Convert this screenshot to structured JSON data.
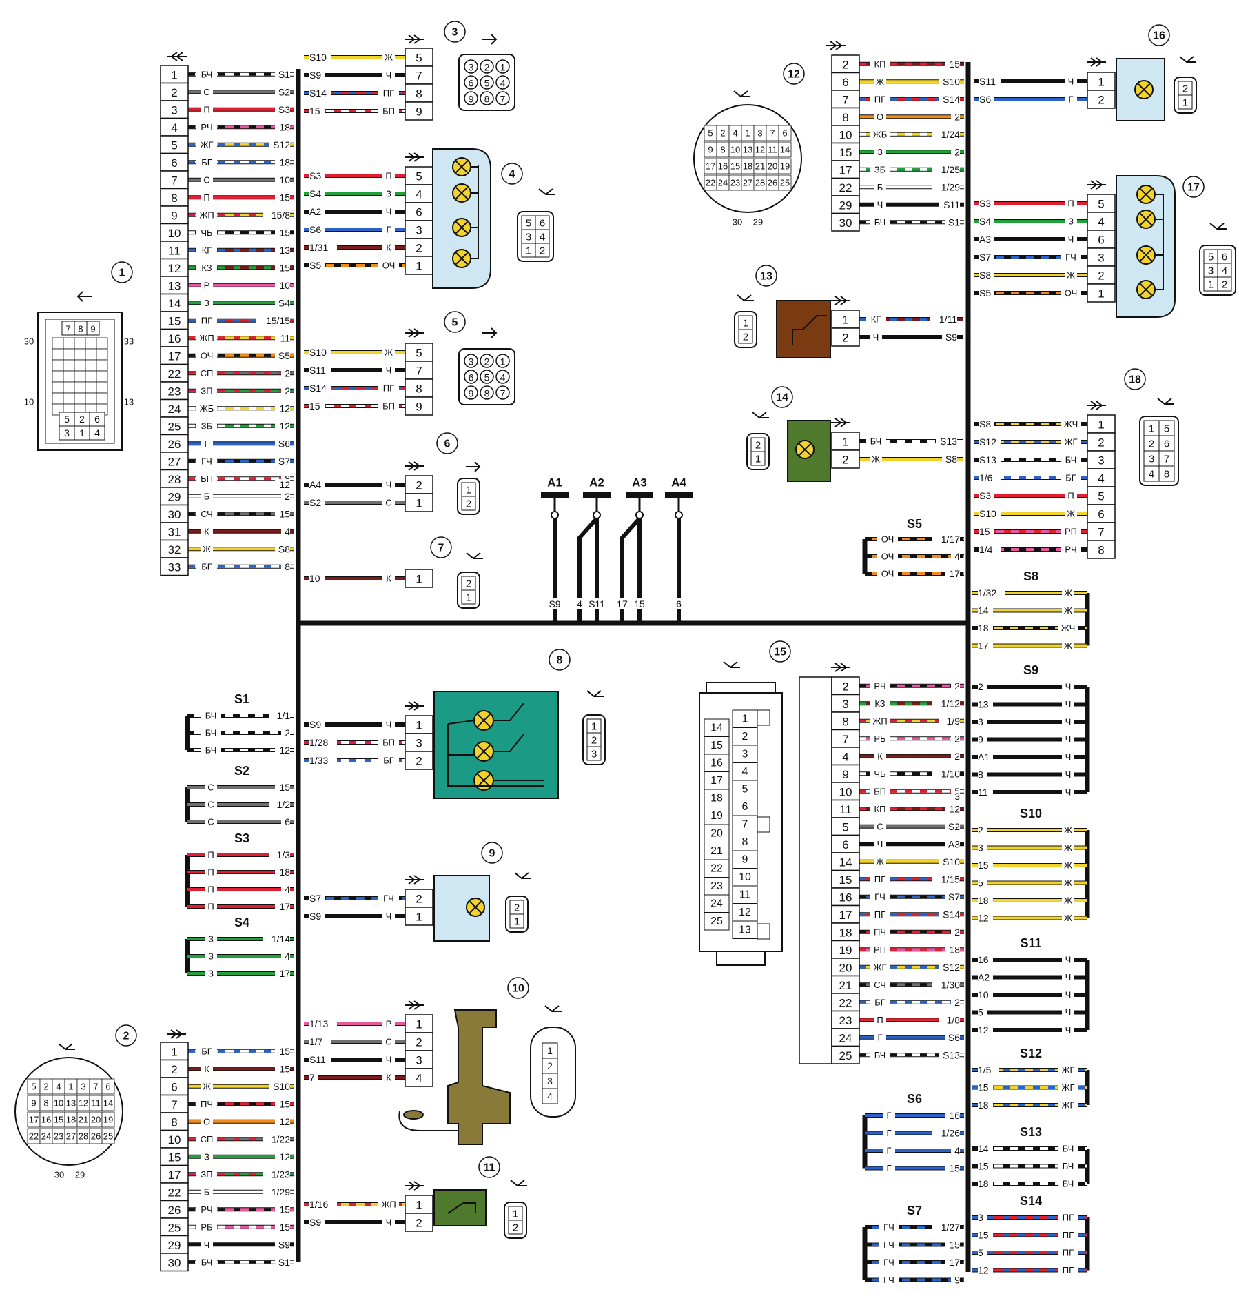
{
  "colors": {
    "Б": "#ffffff",
    "Ч": "#111111",
    "С": "#707070",
    "К": "#7a1c1c",
    "П": "#e02030",
    "Р": "#e8589c",
    "О": "#f28a1c",
    "Ж": "#f2d32c",
    "З": "#1fa23a",
    "Г": "#2a62c8",
    "Ф": "#8a3bb0"
  },
  "fill_colors": {
    "light_blue": "#cfe6f3",
    "brown": "#7a3b12",
    "olive": "#4f7a2e",
    "teal": "#1b9a86",
    "khaki": "#8a7a3a",
    "green": "#4f7a2e"
  },
  "connectors": [
    {
      "id": "1",
      "label": "1"
    },
    {
      "id": "2",
      "label": "2"
    },
    {
      "id": "3",
      "label": "3"
    },
    {
      "id": "4",
      "label": "4"
    },
    {
      "id": "5",
      "label": "5"
    },
    {
      "id": "6",
      "label": "6"
    },
    {
      "id": "7",
      "label": "7"
    },
    {
      "id": "8",
      "label": "8"
    },
    {
      "id": "9",
      "label": "9"
    },
    {
      "id": "10",
      "label": "10"
    },
    {
      "id": "11",
      "label": "11"
    },
    {
      "id": "12",
      "label": "12"
    },
    {
      "id": "13",
      "label": "13"
    },
    {
      "id": "14",
      "label": "14"
    },
    {
      "id": "15",
      "label": "15"
    },
    {
      "id": "16",
      "label": "16"
    },
    {
      "id": "17",
      "label": "17"
    },
    {
      "id": "18",
      "label": "18"
    }
  ],
  "conn1_rows": [
    {
      "pin": "1",
      "color": "БЧ",
      "end": "S1"
    },
    {
      "pin": "2",
      "color": "С",
      "end": "S2"
    },
    {
      "pin": "3",
      "color": "П",
      "end": "S3"
    },
    {
      "pin": "4",
      "color": "РЧ",
      "end": "18"
    },
    {
      "pin": "5",
      "color": "ЖГ",
      "end": "S12"
    },
    {
      "pin": "6",
      "color": "БГ",
      "end": "18"
    },
    {
      "pin": "7",
      "color": "С",
      "end": "10"
    },
    {
      "pin": "8",
      "color": "П",
      "end": "15"
    },
    {
      "pin": "9",
      "color": "ЖП",
      "end": "15/8"
    },
    {
      "pin": "10",
      "color": "ЧБ",
      "end": "15"
    },
    {
      "pin": "11",
      "color": "КГ",
      "end": "13"
    },
    {
      "pin": "12",
      "color": "КЗ",
      "end": "15"
    },
    {
      "pin": "13",
      "color": "Р",
      "end": "10"
    },
    {
      "pin": "14",
      "color": "З",
      "end": "S4"
    },
    {
      "pin": "15",
      "color": "ПГ",
      "end": "15/15"
    },
    {
      "pin": "16",
      "color": "ЖП",
      "end": "11"
    },
    {
      "pin": "17",
      "color": "ОЧ",
      "end": "S5"
    },
    {
      "pin": "22",
      "color": "СП",
      "end": "2"
    },
    {
      "pin": "23",
      "color": "ЗП",
      "end": "2"
    },
    {
      "pin": "24",
      "color": "ЖБ",
      "end": "12"
    },
    {
      "pin": "25",
      "color": "ЗБ",
      "end": "12"
    },
    {
      "pin": "26",
      "color": "Г",
      "end": "S6"
    },
    {
      "pin": "27",
      "color": "ГЧ",
      "end": "S7"
    },
    {
      "pin": "28",
      "color": "БП",
      "end": "8"
    },
    {
      "pin": "29",
      "color": "Б",
      "end": "2"
    },
    {
      "pin": "29b",
      "color": "",
      "end": "12"
    },
    {
      "pin": "30",
      "color": "СЧ",
      "end": "15"
    },
    {
      "pin": "31",
      "color": "К",
      "end": "4"
    },
    {
      "pin": "32",
      "color": "Ж",
      "end": "S8"
    },
    {
      "pin": "33",
      "color": "БГ",
      "end": "8"
    }
  ],
  "conn1_pins": [
    "1",
    "2",
    "3",
    "4",
    "5",
    "6",
    "7",
    "8",
    "9",
    "10",
    "11",
    "12",
    "13",
    "14",
    "15",
    "16",
    "17",
    "22",
    "23",
    "24",
    "25",
    "26",
    "27",
    "28",
    "29",
    "30",
    "31",
    "32",
    "33"
  ],
  "conn1_body": {
    "top": [
      "7",
      "8",
      "9"
    ],
    "left": "30",
    "right": "33",
    "left2": "10",
    "right2": "13",
    "bottom": [
      "5",
      "2",
      "6",
      "3",
      "1",
      "4"
    ]
  },
  "conn2_rows": [
    {
      "pin": "1",
      "color": "БГ",
      "end": "15"
    },
    {
      "pin": "2",
      "color": "К",
      "end": "15"
    },
    {
      "pin": "6",
      "color": "Ж",
      "end": "S10"
    },
    {
      "pin": "7",
      "color": "ПЧ",
      "end": "15"
    },
    {
      "pin": "8",
      "color": "О",
      "end": "12"
    },
    {
      "pin": "10",
      "color": "СП",
      "end": "1/22"
    },
    {
      "pin": "15",
      "color": "З",
      "end": "12"
    },
    {
      "pin": "17",
      "color": "ЗП",
      "end": "1/23"
    },
    {
      "pin": "22",
      "color": "Б",
      "end": "1/29"
    },
    {
      "pin": "26",
      "color": "РЧ",
      "end": "15"
    },
    {
      "pin": "25",
      "color": "РБ",
      "end": "15"
    },
    {
      "pin": "29",
      "color": "Ч",
      "end": "S9"
    },
    {
      "pin": "30",
      "color": "БЧ",
      "end": "S1"
    }
  ],
  "round_conn": {
    "nums": [
      "5",
      "2",
      "4",
      "1",
      "3",
      "7",
      "6",
      "9",
      "8",
      "10",
      "13",
      "12",
      "11",
      "14",
      "17",
      "16",
      "15",
      "18",
      "21",
      "20",
      "19",
      "22",
      "24",
      "23",
      "27",
      "28",
      "26",
      "25"
    ],
    "bottom": [
      "30",
      "29"
    ]
  },
  "conn3": {
    "rows": [
      {
        "pin": "5",
        "color": "Ж",
        "start": "S10"
      },
      {
        "pin": "7",
        "color": "Ч",
        "start": "S9"
      },
      {
        "pin": "8",
        "color": "ПГ",
        "start": "S14"
      },
      {
        "pin": "9",
        "color": "БП",
        "start": "15"
      }
    ],
    "face": [
      "3",
      "2",
      "1",
      "6",
      "5",
      "4",
      "9",
      "8",
      "7"
    ]
  },
  "conn4": {
    "rows": [
      {
        "pin": "5",
        "color": "П",
        "start": "S3"
      },
      {
        "pin": "4",
        "color": "З",
        "start": "S4"
      },
      {
        "pin": "6",
        "color": "Ч",
        "start": "A2"
      },
      {
        "pin": "3",
        "color": "Г",
        "start": "S6"
      },
      {
        "pin": "2",
        "color": "К",
        "start": "1/31"
      },
      {
        "pin": "1",
        "color": "ОЧ",
        "start": "S5"
      }
    ],
    "face": [
      "5",
      "6",
      "3",
      "4",
      "1",
      "2"
    ]
  },
  "conn5": {
    "rows": [
      {
        "pin": "5",
        "color": "Ж",
        "start": "S10"
      },
      {
        "pin": "7",
        "color": "Ч",
        "start": "S11"
      },
      {
        "pin": "8",
        "color": "ПГ",
        "start": "S14"
      },
      {
        "pin": "9",
        "color": "БП",
        "start": "15"
      }
    ],
    "face": [
      "3",
      "2",
      "1",
      "6",
      "5",
      "4",
      "9",
      "8",
      "7"
    ]
  },
  "conn6": {
    "rows": [
      {
        "pin": "2",
        "color": "Ч",
        "start": "A4"
      },
      {
        "pin": "1",
        "color": "С",
        "start": "S2"
      }
    ],
    "face": [
      "1",
      "2"
    ]
  },
  "conn7": {
    "rows": [
      {
        "pin": "1",
        "color": "К",
        "start": "10"
      }
    ],
    "face": [
      "2",
      "1"
    ]
  },
  "conn8": {
    "rows": [
      {
        "pin": "1",
        "color": "Ч",
        "start": "S9"
      },
      {
        "pin": "3",
        "color": "БП",
        "start": "1/28"
      },
      {
        "pin": "2",
        "color": "БГ",
        "start": "1/33"
      }
    ],
    "face": [
      "1",
      "2",
      "3"
    ]
  },
  "conn9": {
    "rows": [
      {
        "pin": "2",
        "color": "ГЧ",
        "start": "S7"
      },
      {
        "pin": "1",
        "color": "Ч",
        "start": "S9"
      }
    ],
    "face": [
      "2",
      "1"
    ]
  },
  "conn10": {
    "rows": [
      {
        "pin": "1",
        "color": "Р",
        "start": "1/13"
      },
      {
        "pin": "2",
        "color": "С",
        "start": "1/7"
      },
      {
        "pin": "3",
        "color": "Ч",
        "start": "S11"
      },
      {
        "pin": "4",
        "color": "К",
        "start": "7"
      }
    ],
    "face": [
      "1",
      "2",
      "3",
      "4"
    ]
  },
  "conn11": {
    "rows": [
      {
        "pin": "1",
        "color": "ЖП",
        "start": "1/16"
      },
      {
        "pin": "2",
        "color": "Ч",
        "start": "S9"
      }
    ],
    "face": [
      "1",
      "2"
    ]
  },
  "conn12_rows": [
    {
      "pin": "2",
      "color": "КП",
      "end": "15"
    },
    {
      "pin": "6",
      "color": "Ж",
      "end": "S10"
    },
    {
      "pin": "7",
      "color": "ПГ",
      "end": "S14"
    },
    {
      "pin": "8",
      "color": "О",
      "end": "2"
    },
    {
      "pin": "10",
      "color": "ЖБ",
      "end": "1/24"
    },
    {
      "pin": "15",
      "color": "З",
      "end": "2"
    },
    {
      "pin": "17",
      "color": "ЗБ",
      "end": "1/25"
    },
    {
      "pin": "22",
      "color": "Б",
      "end": "1/29"
    },
    {
      "pin": "29",
      "color": "Ч",
      "end": "S11"
    },
    {
      "pin": "30",
      "color": "БЧ",
      "end": "S1"
    }
  ],
  "conn13": {
    "rows": [
      {
        "pin": "1",
        "color": "КГ",
        "end": "1/11"
      },
      {
        "pin": "2",
        "color": "Ч",
        "end": "S9"
      }
    ],
    "face": [
      "1",
      "2"
    ]
  },
  "conn14": {
    "rows": [
      {
        "pin": "1",
        "color": "БЧ",
        "end": "S13"
      },
      {
        "pin": "2",
        "color": "Ж",
        "end": "S8"
      }
    ],
    "face": [
      "2",
      "1"
    ]
  },
  "conn16": {
    "rows": [
      {
        "pin": "1",
        "color": "Ч",
        "start": "S11"
      },
      {
        "pin": "2",
        "color": "Г",
        "start": "S6"
      }
    ],
    "face": [
      "2",
      "1"
    ]
  },
  "conn17": {
    "rows": [
      {
        "pin": "5",
        "color": "П",
        "start": "S3"
      },
      {
        "pin": "4",
        "color": "З",
        "start": "S4"
      },
      {
        "pin": "6",
        "color": "Ч",
        "start": "A3"
      },
      {
        "pin": "3",
        "color": "ГЧ",
        "start": "S7"
      },
      {
        "pin": "2",
        "color": "Ж",
        "start": "S8"
      },
      {
        "pin": "1",
        "color": "ОЧ",
        "start": "S5"
      }
    ],
    "face": [
      "5",
      "6",
      "3",
      "4",
      "1",
      "2"
    ]
  },
  "conn18": {
    "rows": [
      {
        "pin": "1",
        "color": "ЖЧ",
        "start": "S8"
      },
      {
        "pin": "2",
        "color": "ЖГ",
        "start": "S12"
      },
      {
        "pin": "3",
        "color": "БЧ",
        "start": "S13"
      },
      {
        "pin": "4",
        "color": "БГ",
        "start": "1/6"
      },
      {
        "pin": "5",
        "color": "П",
        "start": "S3"
      },
      {
        "pin": "6",
        "color": "Ж",
        "start": "S10"
      },
      {
        "pin": "7",
        "color": "РП",
        "start": "15"
      },
      {
        "pin": "8",
        "color": "РЧ",
        "start": "1/4"
      }
    ],
    "face": [
      "1",
      "5",
      "2",
      "6",
      "3",
      "7",
      "4",
      "8"
    ]
  },
  "conn15_rows": [
    {
      "pin": "2",
      "color": "РЧ",
      "end": "2"
    },
    {
      "pin": "3",
      "color": "КЗ",
      "end": "1/12"
    },
    {
      "pin": "8",
      "color": "ЖП",
      "end": "1/9"
    },
    {
      "pin": "7",
      "color": "РБ",
      "end": "2"
    },
    {
      "pin": "4",
      "color": "К",
      "end": "2"
    },
    {
      "pin": "9",
      "color": "ЧБ",
      "end": "1/10"
    },
    {
      "pin": "10",
      "color": "БП",
      "end": "5"
    },
    {
      "pin": "10b",
      "color": "",
      "end": "3"
    },
    {
      "pin": "11",
      "color": "КП",
      "end": "12"
    },
    {
      "pin": "5",
      "color": "С",
      "end": "S2"
    },
    {
      "pin": "6",
      "color": "Ч",
      "end": "A3"
    },
    {
      "pin": "14",
      "color": "Ж",
      "end": "S10"
    },
    {
      "pin": "15",
      "color": "ПГ",
      "end": "1/15"
    },
    {
      "pin": "16",
      "color": "ГЧ",
      "end": "S7"
    },
    {
      "pin": "17",
      "color": "ПГ",
      "end": "S14"
    },
    {
      "pin": "18",
      "color": "ПЧ",
      "end": "2"
    },
    {
      "pin": "19",
      "color": "РП",
      "end": "18"
    },
    {
      "pin": "20",
      "color": "ЖГ",
      "end": "S12"
    },
    {
      "pin": "21",
      "color": "СЧ",
      "end": "1/30"
    },
    {
      "pin": "22",
      "color": "БГ",
      "end": "2"
    },
    {
      "pin": "23",
      "color": "П",
      "end": "1/8"
    },
    {
      "pin": "24",
      "color": "Г",
      "end": "S6"
    },
    {
      "pin": "25",
      "color": "БЧ",
      "end": "S13"
    }
  ],
  "conn15_pins": [
    "2",
    "3",
    "8",
    "7",
    "4",
    "9",
    "10",
    "11",
    "5",
    "6",
    "14",
    "15",
    "16",
    "17",
    "18",
    "19",
    "20",
    "21",
    "22",
    "23",
    "24",
    "25"
  ],
  "conn15_face_left": [
    "14",
    "15",
    "16",
    "17",
    "18",
    "19",
    "20",
    "21",
    "22",
    "23",
    "24",
    "25"
  ],
  "conn15_face_right": [
    "1",
    "2",
    "3",
    "4",
    "5",
    "6",
    "7",
    "8",
    "9",
    "10",
    "11",
    "12",
    "13"
  ],
  "splices_left": [
    {
      "name": "S1",
      "color": "БЧ",
      "ends": [
        "1/1",
        "2",
        "12"
      ]
    },
    {
      "name": "S2",
      "color": "С",
      "ends": [
        "15",
        "1/2",
        "6"
      ]
    },
    {
      "name": "S3",
      "color": "П",
      "ends": [
        "1/3",
        "18",
        "4",
        "17"
      ]
    },
    {
      "name": "S4",
      "color": "З",
      "ends": [
        "1/14",
        "4",
        "17"
      ]
    }
  ],
  "splice_S5": {
    "name": "S5",
    "color": "ОЧ",
    "ends": [
      "1/17",
      "4",
      "17"
    ]
  },
  "splices_right": [
    {
      "name": "S8",
      "color": "Ж",
      "items": [
        {
          "e": "1/32",
          "c": "Ж"
        },
        {
          "e": "14",
          "c": "Ж"
        },
        {
          "e": "18",
          "c": "ЖЧ"
        },
        {
          "e": "17",
          "c": "Ж"
        }
      ]
    },
    {
      "name": "S9",
      "color": "Ч",
      "items": [
        {
          "e": "2",
          "c": "Ч"
        },
        {
          "e": "13",
          "c": "Ч"
        },
        {
          "e": "3",
          "c": "Ч"
        },
        {
          "e": "9",
          "c": "Ч"
        },
        {
          "e": "A1",
          "c": "Ч"
        },
        {
          "e": "8",
          "c": "Ч"
        },
        {
          "e": "11",
          "c": "Ч"
        }
      ]
    },
    {
      "name": "S10",
      "color": "Ж",
      "items": [
        {
          "e": "2",
          "c": "Ж"
        },
        {
          "e": "3",
          "c": "Ж"
        },
        {
          "e": "15",
          "c": "Ж"
        },
        {
          "e": "5",
          "c": "Ж"
        },
        {
          "e": "18",
          "c": "Ж"
        },
        {
          "e": "12",
          "c": "Ж"
        }
      ]
    },
    {
      "name": "S11",
      "color": "Ч",
      "items": [
        {
          "e": "16",
          "c": "Ч"
        },
        {
          "e": "A2",
          "c": "Ч"
        },
        {
          "e": "10",
          "c": "Ч"
        },
        {
          "e": "5",
          "c": "Ч"
        },
        {
          "e": "12",
          "c": "Ч"
        }
      ]
    },
    {
      "name": "S12",
      "color": "ЖГ",
      "items": [
        {
          "e": "1/5",
          "c": "ЖГ"
        },
        {
          "e": "15",
          "c": "ЖГ"
        },
        {
          "e": "18",
          "c": "ЖГ"
        }
      ]
    },
    {
      "name": "S13",
      "color": "БЧ",
      "items": [
        {
          "e": "14",
          "c": "БЧ"
        },
        {
          "e": "15",
          "c": "БЧ"
        },
        {
          "e": "18",
          "c": "БЧ"
        }
      ]
    },
    {
      "name": "S14",
      "color": "ПГ",
      "items": [
        {
          "e": "3",
          "c": "ПГ"
        },
        {
          "e": "15",
          "c": "ПГ"
        },
        {
          "e": "5",
          "c": "ПГ"
        },
        {
          "e": "12",
          "c": "ПГ"
        }
      ]
    }
  ],
  "splices_bottom": [
    {
      "name": "S6",
      "color": "Г",
      "items": [
        {
          "e": "16",
          "c": "Г"
        },
        {
          "e": "1/26",
          "c": "Г"
        },
        {
          "e": "4",
          "c": "Г"
        },
        {
          "e": "15",
          "c": "Г"
        }
      ]
    },
    {
      "name": "S7",
      "color": "ГЧ",
      "items": [
        {
          "e": "1/27",
          "c": "ГЧ"
        },
        {
          "e": "15",
          "c": "ГЧ"
        },
        {
          "e": "17",
          "c": "ГЧ"
        },
        {
          "e": "9",
          "c": "ГЧ"
        }
      ]
    }
  ],
  "grounds": [
    {
      "name": "A1",
      "bottom": "S9"
    },
    {
      "name": "A2",
      "bottom": "4",
      "bottom2": "S11"
    },
    {
      "name": "A3",
      "bottom": "17",
      "bottom2": "15"
    },
    {
      "name": "A4",
      "bottom": "6"
    }
  ]
}
